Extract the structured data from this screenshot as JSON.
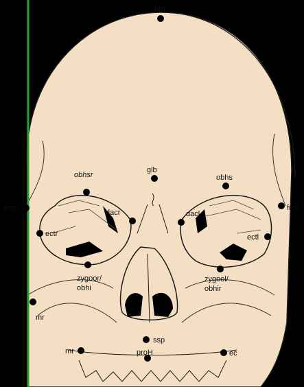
{
  "colors": {
    "background": "#000000",
    "skull_fill": "#f5dfc4",
    "outline": "#1a1a1a",
    "landmark": "#000000",
    "reference_line": "#1fa637"
  },
  "landmarks": {
    "brg": "brg",
    "glb": "glb",
    "obhsr": "obhsr",
    "obhs": "obhs",
    "fmtr": "fmtr",
    "fmtl": "fmtl",
    "dacr": "dacr",
    "dacl": "dacl",
    "ectr": "ectr",
    "ectl": "ectl",
    "zygoor_obhi": [
      "zygoor/",
      "obhi"
    ],
    "zygool_obhir": [
      "zygool/",
      "obhir"
    ],
    "ssp": "ssp",
    "proh": "proH",
    "mr_left": "mr",
    "mr_lower": "mr",
    "ec_right": "ec"
  }
}
